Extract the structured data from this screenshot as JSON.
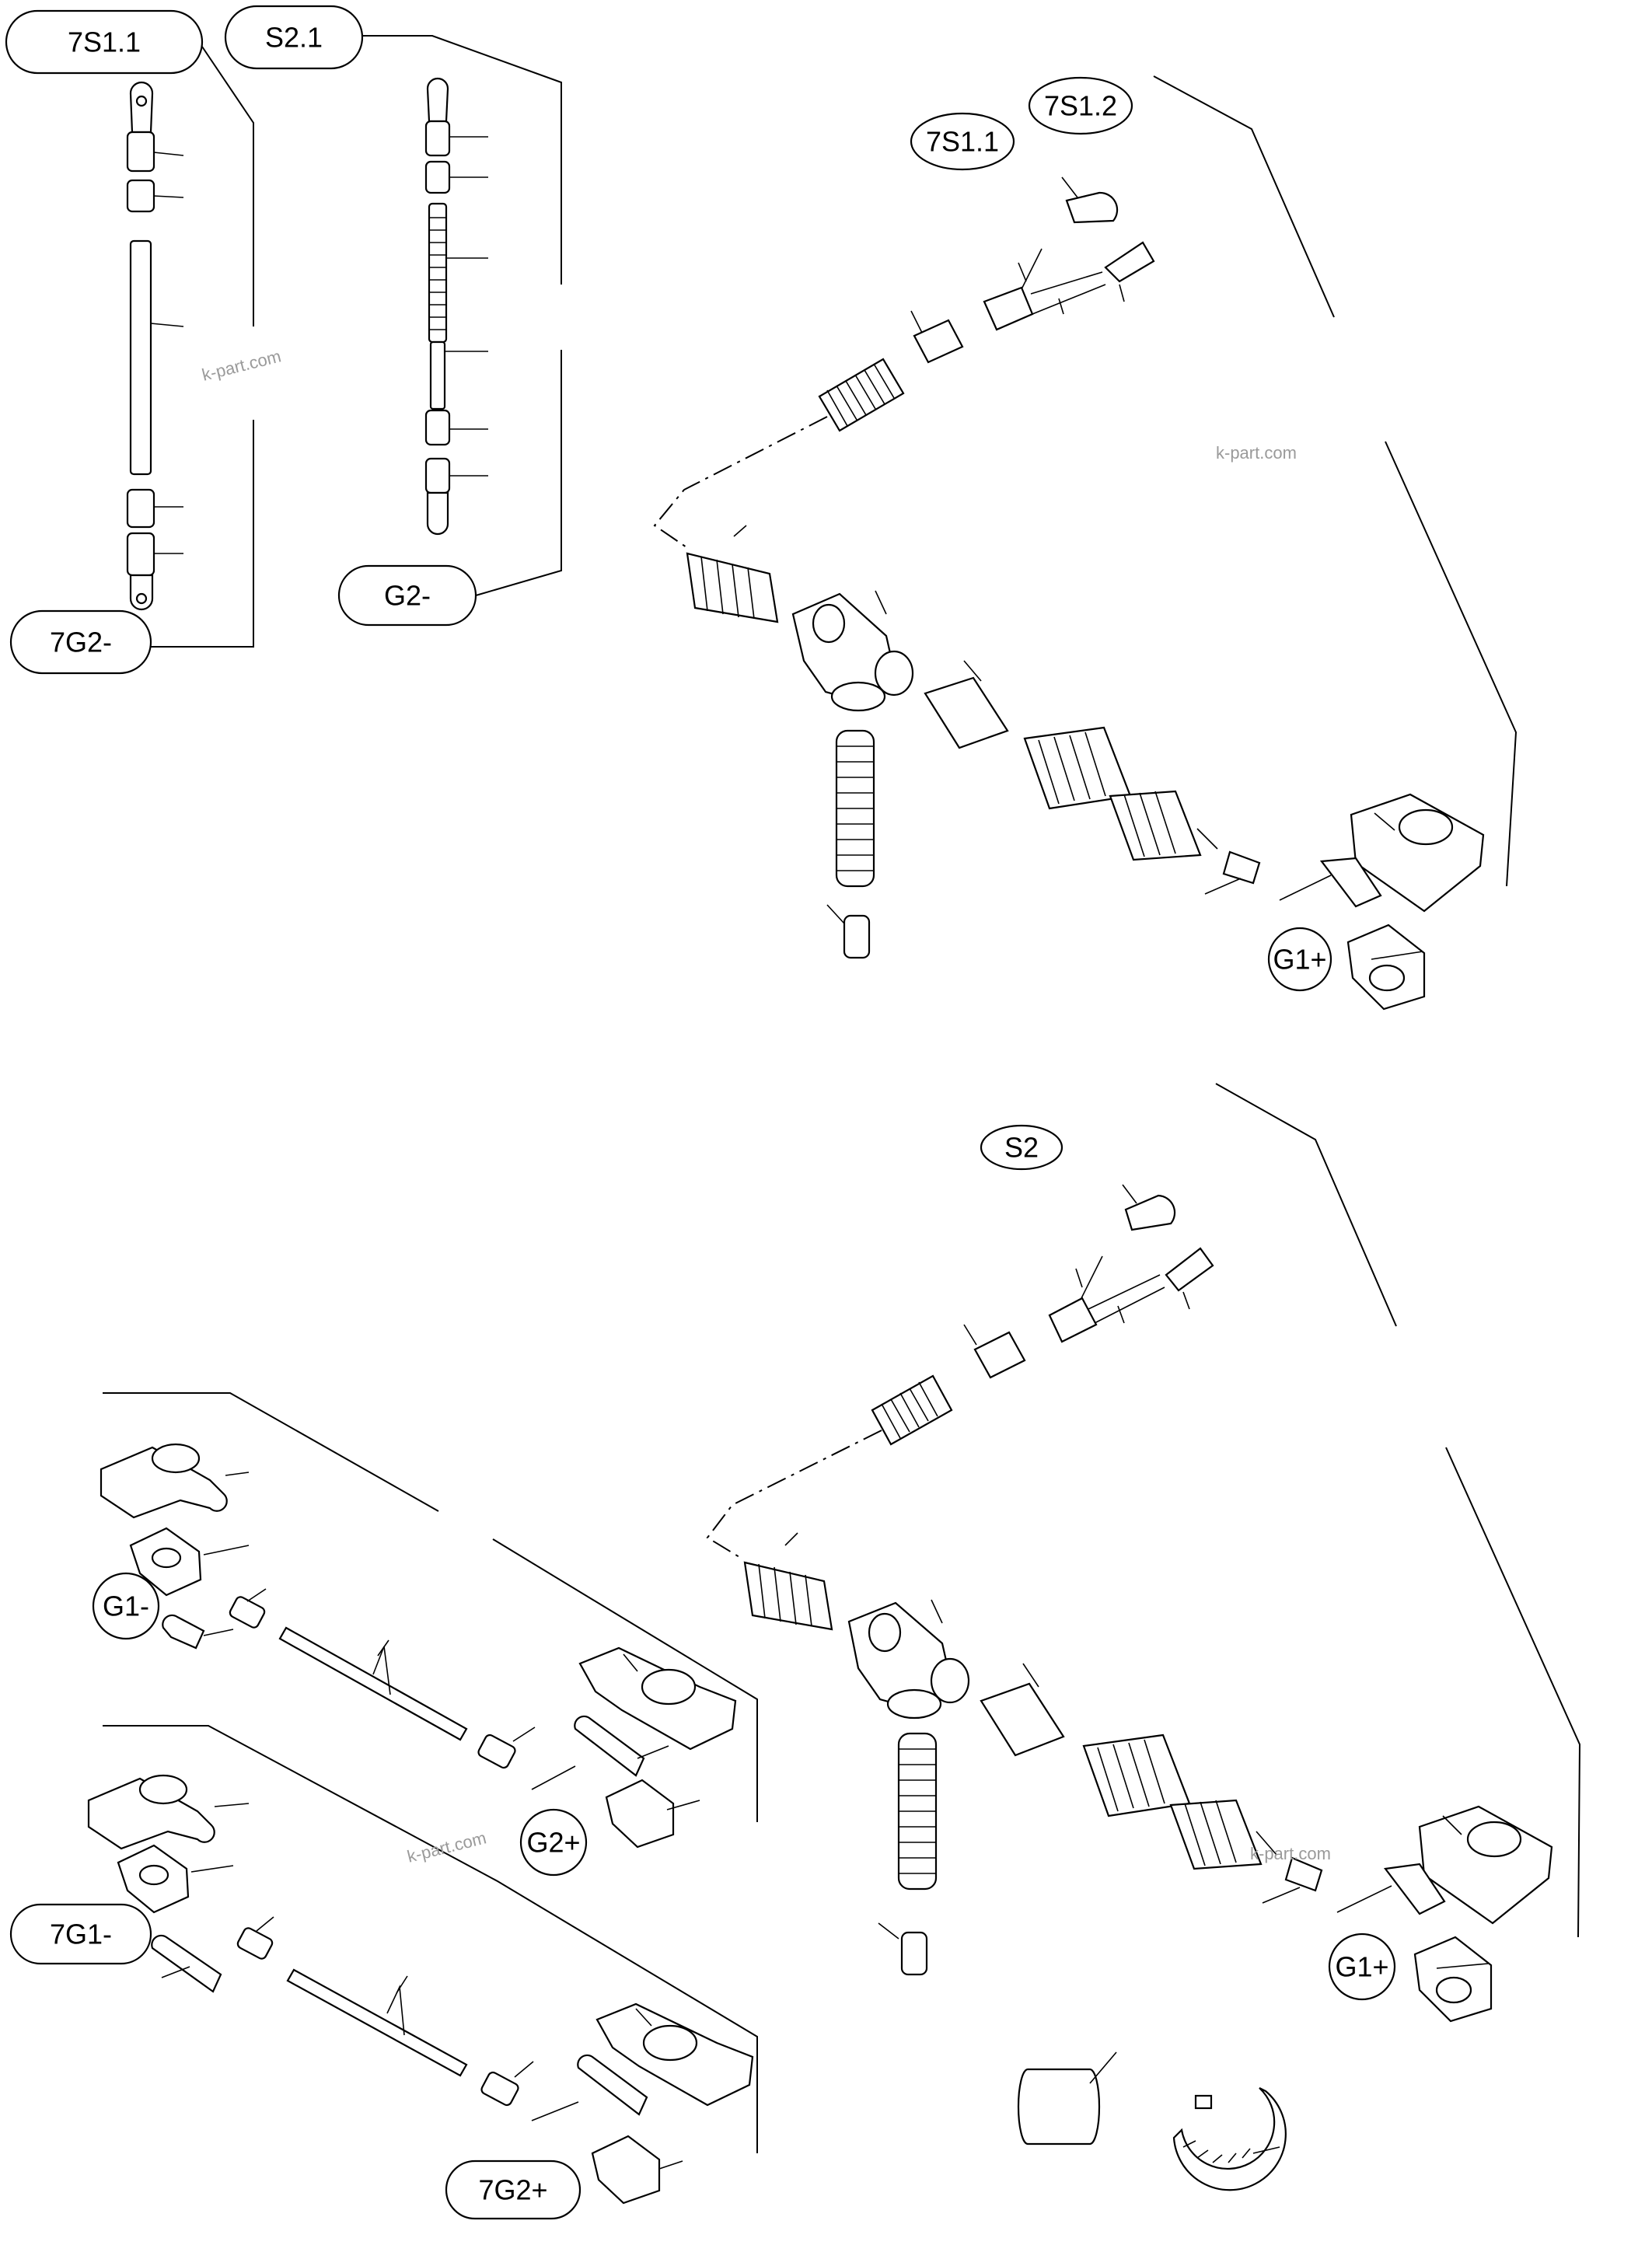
{
  "title": "",
  "labels": {
    "l7s11_top": "7S1.1",
    "s21": "S2.1",
    "l7g2_minus": "7G2-",
    "g2_minus": "G2-",
    "l7s11_right": "7S1.1",
    "l7s12": "7S1.2",
    "g1_plus_top": "G1+",
    "s2": "S2",
    "g1_minus": "G1-",
    "g2_plus": "G2+",
    "l7g1_minus": "7G1-",
    "l7g2_plus": "7G2+",
    "g1_plus_bottom": "G1+"
  },
  "watermarks": [
    "k-part.com",
    "k-part.com",
    "k-part.com",
    "k-part.com"
  ],
  "colors": {
    "line": "#000000",
    "background": "#ffffff",
    "watermark": "#9a9a9a"
  }
}
